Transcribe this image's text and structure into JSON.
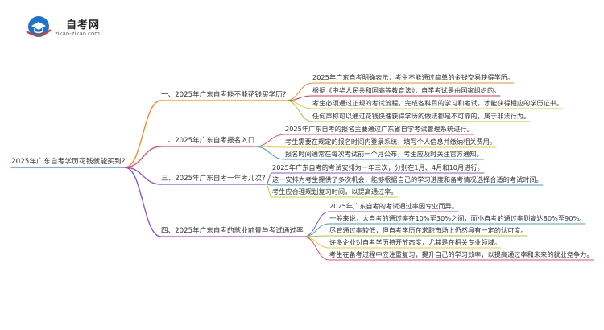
{
  "logo": {
    "title": "自考网",
    "subtitle": "zikao-zikao.com",
    "colors": {
      "primary": "#1e73c8",
      "accent": "#e0392b"
    }
  },
  "root": "2025年广东自考学历花钱就能买到?",
  "branches": [
    {
      "label": "一、2025年广东自考能不能花钱买学历?",
      "color": "#f08c2b",
      "items": [
        "2025年广东自考明确表示，考生不能通过简单的金钱交易获得学历。",
        "根据《中华人民共和国高等教育法》，自学考试是由国家组织的。",
        "考生必须通过正规的考试流程，完成各科目的学习和考试，才能获得相应的学历证书。",
        "任何声称可以通过花钱快速获得学历的做法都是不可靠的，属于非法行为。"
      ],
      "item_colors": [
        "#f08c2b",
        "#d83a4a",
        "#c9d43a",
        "#a8c83a"
      ]
    },
    {
      "label": "二、2025年广东自考报名入口",
      "color": "#e8506a",
      "items": [
        "2025年广东自考的报名主要通过广东省自学考试管理系统进行。",
        "考生需要在规定的报名时间内登录系统，填写个人信息并缴纳相关费用。",
        "报名时间通常在每次考试前一个月公布，考生应及时关注官方通知。"
      ],
      "item_colors": [
        "#e8506a",
        "#f0c83a",
        "#3aa0d8"
      ]
    },
    {
      "label": "三、2025年广东自考一年考几次?",
      "color": "#8c5ad0",
      "items": [
        "2025年广东自考的考试安排为一年三次，分别在1月、4月和10月进行。",
        "这一安排为考生提供了多次机会，能够根据自己的学习进度和备考情况选择合适的考试时间。",
        "考生应合理规划复习时间，以提高通过率。"
      ],
      "item_colors": [
        "#8c5ad0",
        "#3aa0d8",
        "#c9d43a"
      ]
    },
    {
      "label": "四、2025年广东自考的就业前景与考试通过率",
      "color": "#8c5ad0",
      "items": [
        "2025年广东自考的考试通过率因专业而异。",
        "一般来说，大自考的通过率在10%至30%之间，而小自考的通过率则高达80%至90%。",
        "尽管通过率较低，但自考学历在求职市场上仍然具有一定的认可度。",
        "许多企业对自考学历持开放态度，尤其是在相关专业领域。",
        "考生在备考过程中应注重复习，提升自己的学习效率，以提高通过率和未来的就业竞争力。"
      ],
      "item_colors": [
        "#8c5ad0",
        "#3aa0d8",
        "#a8c83a",
        "#f0c83a",
        "#e8506a"
      ]
    }
  ],
  "root_color": "#3a7bd5"
}
